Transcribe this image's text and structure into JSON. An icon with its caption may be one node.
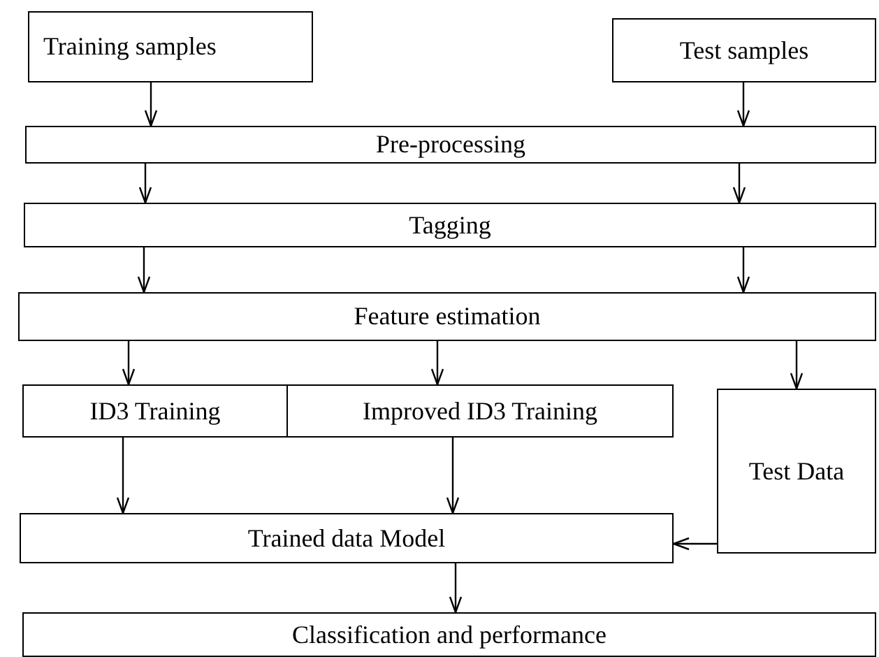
{
  "diagram": {
    "nodes": [
      {
        "text": [
          "Training samples"
        ]
      },
      {
        "text": [
          "Test samples"
        ]
      },
      {
        "text": [
          "Pre-processing"
        ]
      },
      {
        "text": [
          "Tagging"
        ]
      },
      {
        "text": [
          "Feature estimation"
        ]
      },
      {
        "text": [
          "ID3 Training"
        ]
      },
      {
        "text": [
          "Improved ID3 Training"
        ]
      },
      {
        "text": [
          "Test Data"
        ]
      },
      {
        "text": [
          "Trained data Model"
        ]
      },
      {
        "text": [
          "Classification and performance"
        ]
      }
    ],
    "edges": [
      {
        "from": 0,
        "to": 2,
        "arrow": "to"
      },
      {
        "from": 1,
        "to": 2,
        "arrow": "to"
      },
      {
        "from": 2,
        "to": 3,
        "arrow": "to"
      },
      {
        "from": 2,
        "to": 3,
        "arrow": "to"
      },
      {
        "from": 3,
        "to": 4,
        "arrow": "to"
      },
      {
        "from": 3,
        "to": 4,
        "arrow": "to"
      },
      {
        "from": 4,
        "to": 5,
        "arrow": "to"
      },
      {
        "from": 4,
        "to": 6,
        "arrow": "to"
      },
      {
        "from": 4,
        "to": 7,
        "arrow": "to"
      },
      {
        "from": 5,
        "to": 8,
        "arrow": "to"
      },
      {
        "from": 6,
        "to": 8,
        "arrow": "to"
      },
      {
        "from": 7,
        "to": 8,
        "arrow": "to"
      },
      {
        "from": 8,
        "to": 9,
        "arrow": "to"
      }
    ]
  }
}
